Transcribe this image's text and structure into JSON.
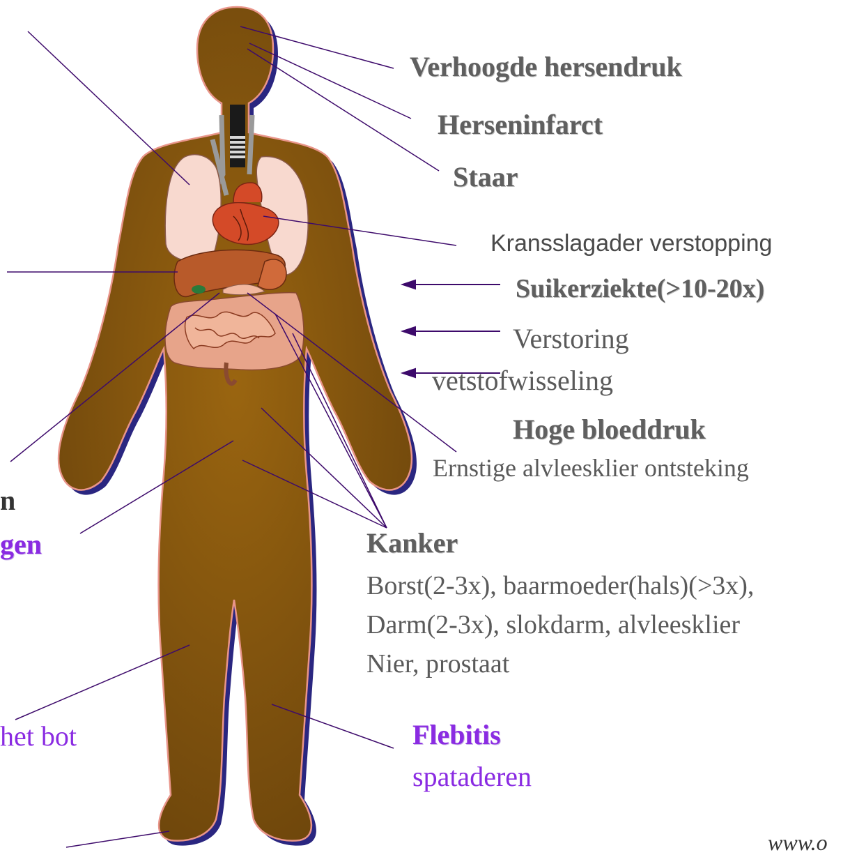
{
  "labels": {
    "verhoogde_hersendruk": "Verhoogde hersendruk",
    "herseninfarct": "Herseninfarct",
    "staar": "Staar",
    "kransslagader": "Kransslagader verstopping",
    "suikerziekte": "Suikerziekte(>10-20x)",
    "verstoring_1": "Verstoring",
    "verstoring_2": "vetstofwisseling",
    "hoge_bloeddruk": "Hoge bloeddruk",
    "alvleesklier": "Ernstige alvleesklier ontsteking",
    "kanker_title": "Kanker",
    "kanker_line1": "Borst(2-3x), baarmoeder(hals)(>3x),",
    "kanker_line2": "Darm(2-3x), slokdarm, alvleesklier",
    "kanker_line3": "Nier, prostaat",
    "flebitis": "Flebitis",
    "spataderen": "spataderen",
    "left_cut_1": "n",
    "left_cut_2": "gen",
    "left_cut_3": "het bot",
    "url": "www.o"
  },
  "colors": {
    "body_fill": "#7a4e0d",
    "body_outline": "#e9958a",
    "body_shadow": "#2a2680",
    "pointer_lines": "#3d0a6b",
    "bold_label": "#5f5f5f",
    "purple_label": "#8a2be2"
  }
}
